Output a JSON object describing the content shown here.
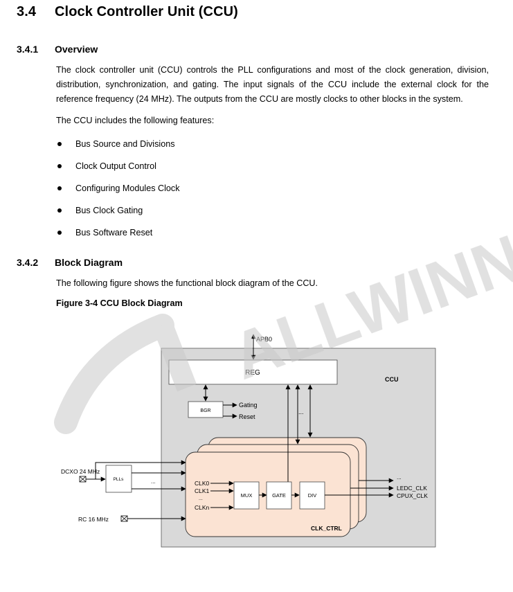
{
  "section": {
    "number": "3.4",
    "title": "Clock Controller Unit (CCU)"
  },
  "overview": {
    "number": "3.4.1",
    "title": "Overview",
    "paragraph": "The clock controller unit (CCU) controls the PLL configurations and most of the clock generation, division, distribution, synchronization, and gating. The input signals of the CCU include the external clock for the reference frequency (24 MHz). The outputs from the CCU are mostly clocks to other blocks in the system.",
    "features_intro": "The CCU includes the following features:",
    "features": [
      "Bus Source and Divisions",
      "Clock Output Control",
      "Configuring Modules Clock",
      "Bus Clock Gating",
      "Bus Software Reset"
    ]
  },
  "block_diagram": {
    "number": "3.4.2",
    "title": "Block Diagram",
    "intro": "The following figure shows the functional block diagram of the CCU.",
    "figure_caption": "Figure 3-4 CCU Block Diagram",
    "labels": {
      "apb": "APB0",
      "reg": "REG",
      "ccu": "CCU",
      "bgr": "BGR",
      "gating": "Gating",
      "reset": "Reset",
      "ellipsis": "...",
      "dcxo": "DCXO 24 MHz",
      "plls": "PLLs",
      "rc": "RC 16 MHz",
      "clk0": "CLK0",
      "clk1": "CLK1",
      "clkn": "CLKn",
      "mux": "MUX",
      "gate": "GATE",
      "div": "DIV",
      "clk_ctrl": "CLK_CTRL",
      "ledc_clk": "LEDC_CLK",
      "cpux_clk": "CPUX_CLK"
    }
  },
  "watermark": {
    "text": "ALLWINNER"
  },
  "colors": {
    "ccu_bg": "#d9d9d9",
    "clk_ctrl_bg": "#fbe3d3",
    "watermark": "#c8c8c8"
  }
}
